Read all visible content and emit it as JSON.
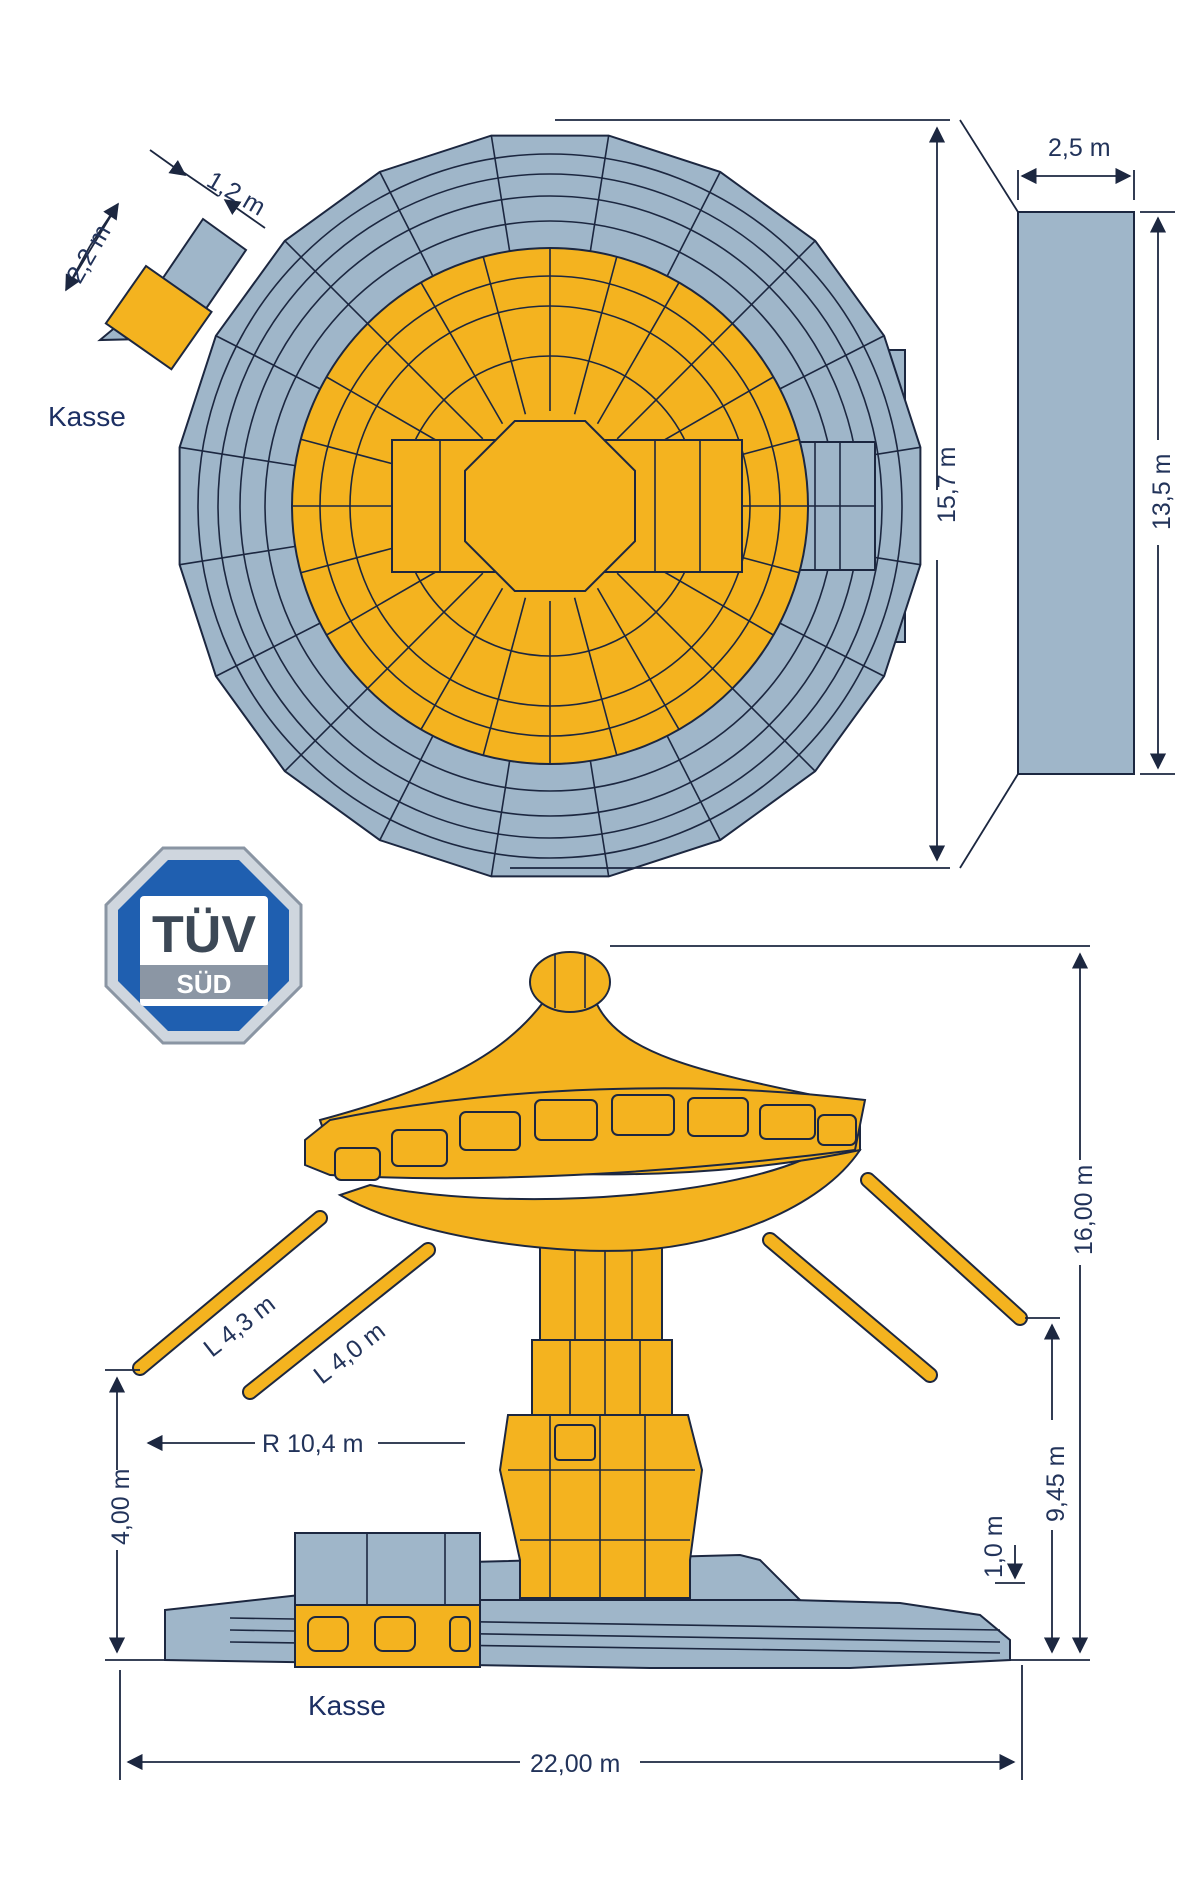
{
  "top_view": {
    "kasse_width": "1,2 m",
    "kasse_depth": "2,2 m",
    "kasse_label": "Kasse",
    "diameter": "15,7 m"
  },
  "side_view": {
    "width": "2,5 m",
    "length": "13,5 m"
  },
  "logo": {
    "line1": "TÜV",
    "line2": "SÜD",
    "blue": "#1f5fb0",
    "grey": "#cfd6de"
  },
  "elevation": {
    "total_height": "16,00 m",
    "chain_outer": "L 4,3 m",
    "chain_inner": "L 4,0 m",
    "radius": "R 10,4 m",
    "seat_height": "4,00 m",
    "upper_height": "9,45 m",
    "platform_height": "1,0 m",
    "kasse_label": "Kasse",
    "total_width": "22,00 m"
  },
  "colors": {
    "structure_blue": "#9fb6c9",
    "ride_yellow": "#f4b31f",
    "line": "#1c2740"
  }
}
